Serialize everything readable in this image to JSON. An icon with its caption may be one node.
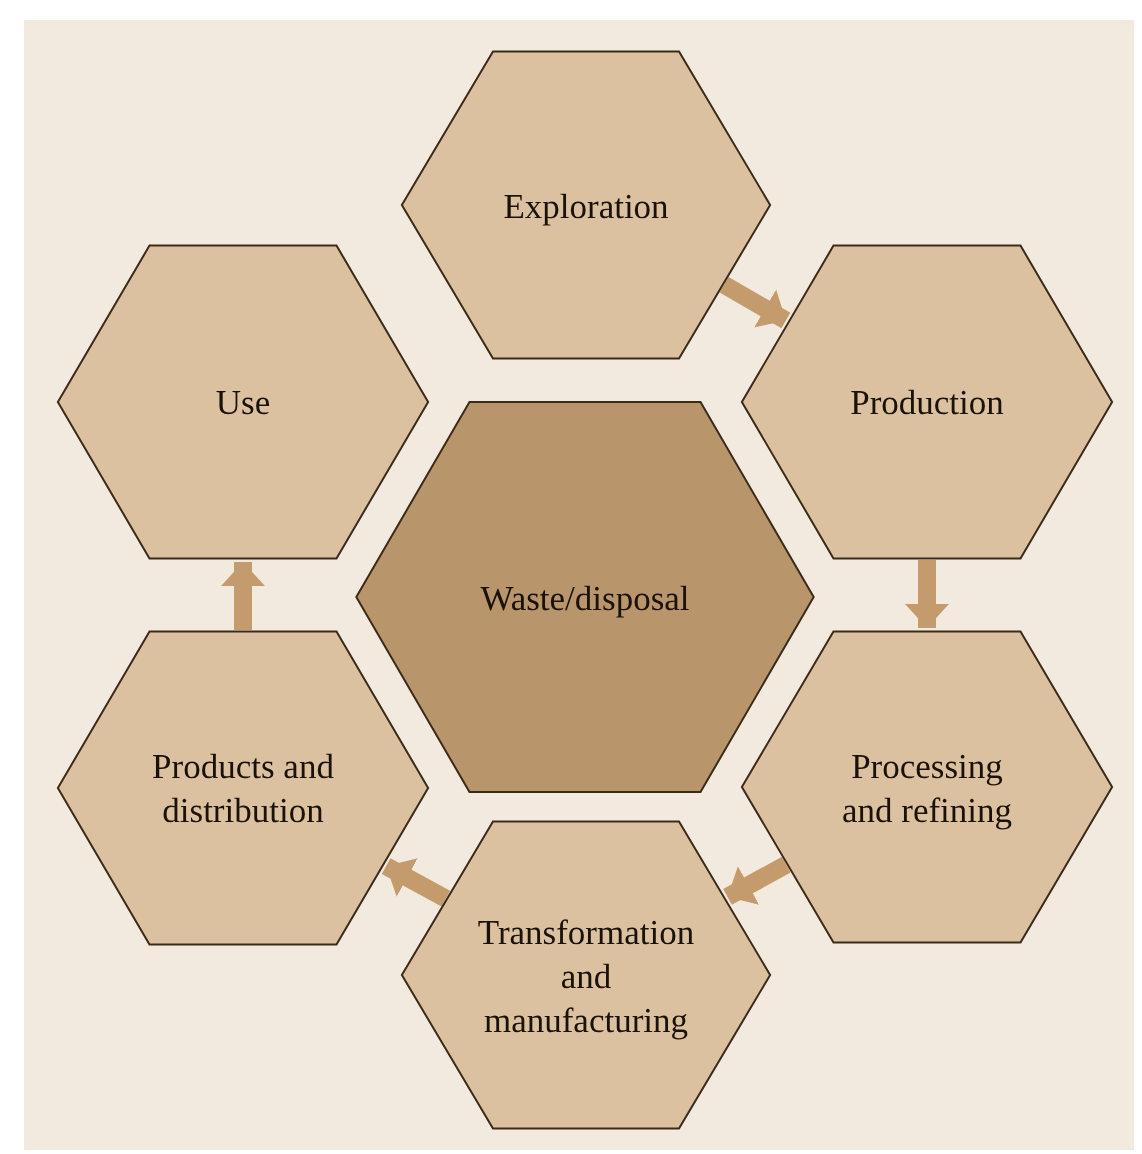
{
  "diagram": {
    "nodes": [
      {
        "text": [
          "Exploration"
        ]
      },
      {
        "text": [
          "Production"
        ]
      },
      {
        "text": [
          "Processing and refining"
        ]
      },
      {
        "text": [
          "Transformation and manufacturing"
        ]
      },
      {
        "text": [
          "Products and distribution"
        ]
      },
      {
        "text": [
          "Use"
        ]
      },
      {
        "text": [
          "Waste/disposal"
        ]
      }
    ],
    "edges": [
      {
        "from": 0,
        "to": 1,
        "arrow": "to"
      },
      {
        "from": 1,
        "to": 2,
        "arrow": "to"
      },
      {
        "from": 2,
        "to": 3,
        "arrow": "to"
      },
      {
        "from": 3,
        "to": 4,
        "arrow": "to"
      },
      {
        "from": 4,
        "to": 5,
        "arrow": "to"
      }
    ]
  }
}
